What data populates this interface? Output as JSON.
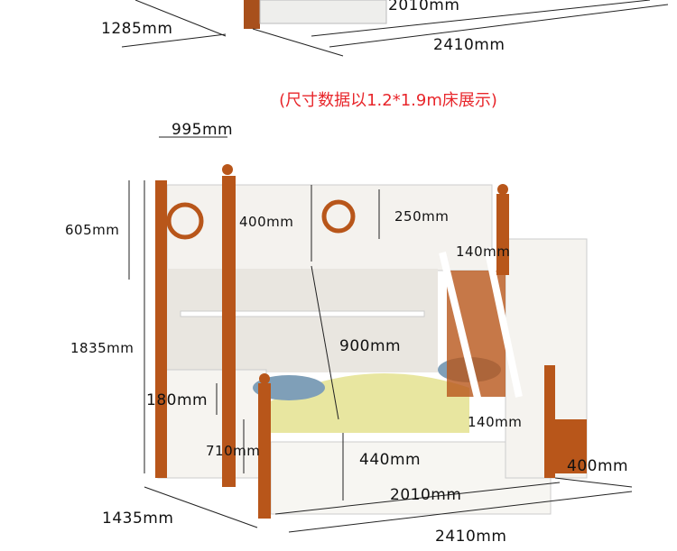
{
  "note": "(尺寸数据以1.2*1.9m床展示)",
  "colors": {
    "wood": "#b8561a",
    "panel": "#f4f2ee",
    "note": "#e8262b",
    "line": "#222222"
  },
  "top_dimensions": {
    "depth": "1285mm",
    "inner_length": "2010mm",
    "outer_length": "2410mm"
  },
  "dimensions": {
    "top_width": "995mm",
    "headboard_height": "605mm",
    "guard_height": "400mm",
    "guard_gap": "250mm",
    "upper_rail": "140mm",
    "total_height": "1835mm",
    "clearance": "900mm",
    "lower_rail": "180mm",
    "lower_side": "140mm",
    "lower_height": "710mm",
    "trundle_height": "440mm",
    "stair_width": "400mm",
    "inner_length": "2010mm",
    "depth": "1435mm",
    "outer_length": "2410mm"
  }
}
